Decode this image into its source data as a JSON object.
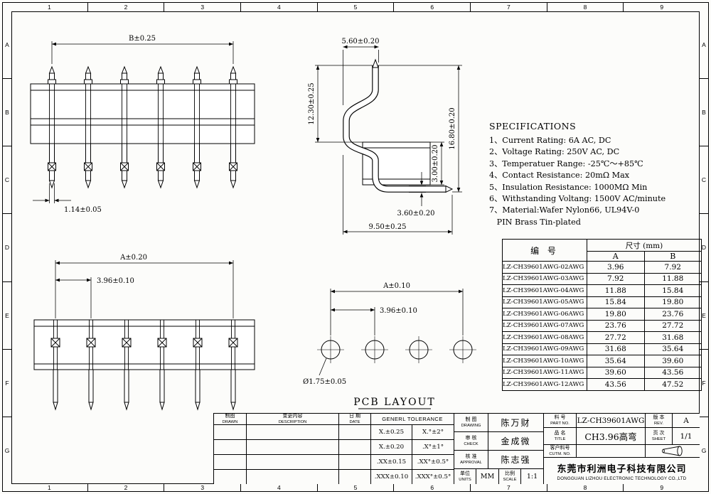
{
  "colors": {
    "paper": "#fcfcfa",
    "ink": "#000000"
  },
  "frame": {
    "cols": [
      "1",
      "2",
      "3",
      "4",
      "5",
      "6",
      "7",
      "8",
      "9"
    ],
    "rows": [
      "A",
      "B",
      "C",
      "D",
      "E",
      "F",
      "G"
    ]
  },
  "views": {
    "front": {
      "dim_width": "B±0.25",
      "dim_pin": "1.14±0.05"
    },
    "side": {
      "dim_top": "5.60±0.20",
      "dim_left": "12.30±0.25",
      "dim_body": "3.00±0.20",
      "dim_height": "16.80±0.20",
      "dim_offset": "3.60±0.20",
      "dim_bottom": "9.50±0.25"
    },
    "bottom": {
      "dim_width": "A±0.20",
      "dim_pitch": "3.96±0.10"
    },
    "pcb": {
      "label": "PCB LAYOUT",
      "dim_width": "A±0.10",
      "dim_pitch": "3.96±0.10",
      "dim_hole": "Ø1.75±0.05"
    }
  },
  "specs": {
    "title": "SPECIFICATIONS",
    "lines": [
      "1、Current Rating: 6A AC, DC",
      "2、Voltage Rating: 250V AC, DC",
      "3、Temperatuer Range: -25℃～+85℃",
      "4、Contact Resistance: 20mΩ Max",
      "5、Insulation Resistance: 1000MΩ Min",
      "6、Withstanding Voltang: 1500V AC/minute",
      "7、Material:Wafer Nylon66, UL94V-0",
      "   PIN Brass Tin-plated"
    ]
  },
  "parts_table": {
    "header_part": "编  号",
    "header_size": "尺寸 (mm)",
    "header_a": "A",
    "header_b": "B",
    "rows": [
      {
        "part": "LZ-CH39601AWG-02AWG",
        "a": "3.96",
        "b": "7.92"
      },
      {
        "part": "LZ-CH39601AWG-03AWG",
        "a": "7.92",
        "b": "11.88"
      },
      {
        "part": "LZ-CH39601AWG-04AWG",
        "a": "11.88",
        "b": "15.84"
      },
      {
        "part": "LZ-CH39601AWG-05AWG",
        "a": "15.84",
        "b": "19.80"
      },
      {
        "part": "LZ-CH39601AWG-06AWG",
        "a": "19.80",
        "b": "23.76"
      },
      {
        "part": "LZ-CH39601AWG-07AWG",
        "a": "23.76",
        "b": "27.72"
      },
      {
        "part": "LZ-CH39601AWG-08AWG",
        "a": "27.72",
        "b": "31.68"
      },
      {
        "part": "LZ-CH39601AWG-09AWG",
        "a": "31.68",
        "b": "35.64"
      },
      {
        "part": "LZ-CH39601AWG-10AWG",
        "a": "35.64",
        "b": "39.60"
      },
      {
        "part": "LZ-CH39601AWG-11AWG",
        "a": "39.60",
        "b": "43.56"
      },
      {
        "part": "LZ-CH39601AWG-12AWG",
        "a": "43.56",
        "b": "47.52"
      }
    ]
  },
  "title_block": {
    "drawn_cn": "制图",
    "drawn_en": "DRAWN",
    "desc_cn": "变更内容",
    "desc_en": "DESCRIPTION",
    "date_cn": "日 期",
    "date_en": "DATE",
    "tolerance_title": "GENERL TOLERANCE",
    "tolerances": [
      {
        "lin": "X.±0.25",
        "ang": "X.°±2°"
      },
      {
        "lin": "X.±0.20",
        "ang": ".X°±1°"
      },
      {
        "lin": ".XX±0.15",
        "ang": ".XX°±0.5°"
      },
      {
        "lin": ".XXX±0.10",
        "ang": ".XXX°±0.5°"
      }
    ],
    "signatures": [
      {
        "cn": "制 图",
        "en": "DRAWING",
        "name": "陈万财"
      },
      {
        "cn": "审 核",
        "en": "CHECK",
        "name": "金成微"
      },
      {
        "cn": "核 准",
        "en": "APPROVAL",
        "name": "陈志强"
      }
    ],
    "units_cn": "单位",
    "units_en": "UNITS",
    "units_value": "MM",
    "scale_cn": "比例",
    "scale_en": "SCALE",
    "scale_value": "1:1",
    "part_no_cn": "料 号",
    "part_no_en": "PART NO.",
    "part_no": "LZ-CH39601AWG",
    "title_cn": "品 名",
    "title_en": "TITLE",
    "product_title": "CH3.96高弯",
    "cust_cn": "客户料号",
    "cust_en": "CUTM. NO.",
    "rev_cn": "版 本",
    "rev_en": "REV.",
    "rev": "A",
    "sheet_cn": "页 次",
    "sheet_en": "SHEET",
    "sheet": "1/1",
    "company_cn": "东莞市利洲电子科技有限公司",
    "company_en": "DONGGUAN LIZHOU ELECTRONIC TECHNOLOGY CO.,LTD"
  }
}
